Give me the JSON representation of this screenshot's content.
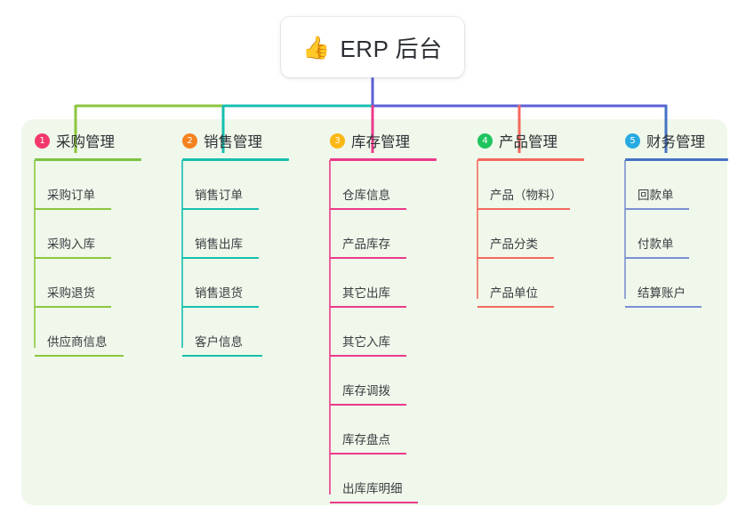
{
  "diagram": {
    "title": "ERP 后台",
    "root": {
      "icon": "thumbs-up-icon",
      "emoji": "👍",
      "label": "ERP 后台"
    },
    "panel_color": "#eff8ea",
    "stem_color": "#5b5fd6",
    "columns": [
      {
        "index": "1",
        "badge_label": "1",
        "badge_color": "#f2396b",
        "title": "采购管理",
        "rule_color": "#7ec242",
        "line_color": "#8cc63f",
        "items": [
          {
            "label": "采购订单"
          },
          {
            "label": "采购入库"
          },
          {
            "label": "采购退货"
          },
          {
            "label": "供应商信息"
          }
        ]
      },
      {
        "index": "2",
        "badge_label": "2",
        "badge_color": "#f58220",
        "title": "销售管理",
        "rule_color": "#17bfb0",
        "line_color": "#17bfb0",
        "items": [
          {
            "label": "销售订单"
          },
          {
            "label": "销售出库"
          },
          {
            "label": "销售退货"
          },
          {
            "label": "客户信息"
          }
        ]
      },
      {
        "index": "3",
        "badge_label": "3",
        "badge_color": "#fbb713",
        "title": "库存管理",
        "rule_color": "#ec3a8b",
        "line_color": "#ec3a8b",
        "items": [
          {
            "label": "仓库信息"
          },
          {
            "label": "产品库存"
          },
          {
            "label": "其它出库"
          },
          {
            "label": "其它入库"
          },
          {
            "label": "库存调拨"
          },
          {
            "label": "库存盘点"
          },
          {
            "label": "出库库明细"
          }
        ]
      },
      {
        "index": "4",
        "badge_label": "4",
        "badge_color": "#1ec55f",
        "title": "产品管理",
        "rule_color": "#f4695f",
        "line_color": "#f4695f",
        "items": [
          {
            "label": "产品（物料）"
          },
          {
            "label": "产品分类"
          },
          {
            "label": "产品单位"
          }
        ]
      },
      {
        "index": "5",
        "badge_label": "5",
        "badge_color": "#27aae1",
        "title": "财务管理",
        "rule_color": "#4472c4",
        "line_color": "#7b8fd4",
        "items": [
          {
            "label": "回款单"
          },
          {
            "label": "付款单"
          },
          {
            "label": "结算账户"
          }
        ]
      }
    ],
    "bus": {
      "segments": [
        {
          "name": "segment-green",
          "color": "#8cc63f"
        },
        {
          "name": "segment-teal",
          "color": "#17bfb0"
        },
        {
          "name": "segment-purple",
          "color": "#5b5fd6"
        }
      ],
      "drops": [
        {
          "name": "drop-purchase",
          "color": "#8cc63f"
        },
        {
          "name": "drop-sales",
          "color": "#17bfb0"
        },
        {
          "name": "drop-inventory",
          "color": "#ec3a8b"
        },
        {
          "name": "drop-product",
          "color": "#f4695f"
        },
        {
          "name": "drop-finance",
          "color": "#4472c4"
        }
      ]
    }
  }
}
